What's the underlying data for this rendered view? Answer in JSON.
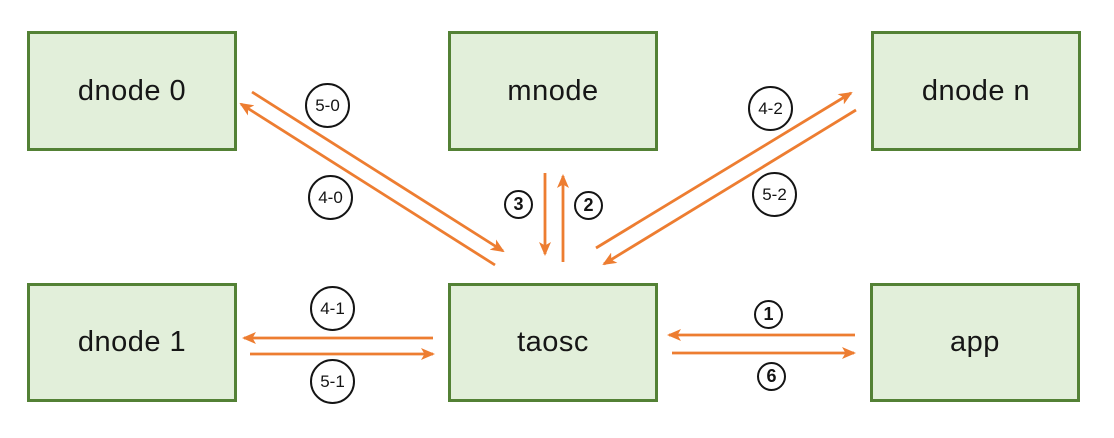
{
  "diagram": {
    "nodes": [
      {
        "id": "dnode0",
        "label": "dnode 0"
      },
      {
        "id": "mnode",
        "label": "mnode"
      },
      {
        "id": "dnoden",
        "label": "dnode n"
      },
      {
        "id": "dnode1",
        "label": "dnode 1"
      },
      {
        "id": "taosc",
        "label": "taosc"
      },
      {
        "id": "app",
        "label": "app"
      }
    ],
    "edges": [
      {
        "from": "taosc",
        "to": "dnode0",
        "label": "4-0"
      },
      {
        "from": "dnode0",
        "to": "taosc",
        "label": "5-0"
      },
      {
        "from": "taosc",
        "to": "mnode",
        "label": "2"
      },
      {
        "from": "mnode",
        "to": "taosc",
        "label": "3"
      },
      {
        "from": "taosc",
        "to": "dnoden",
        "label": "4-2"
      },
      {
        "from": "dnoden",
        "to": "taosc",
        "label": "5-2"
      },
      {
        "from": "taosc",
        "to": "dnode1",
        "label": "4-1"
      },
      {
        "from": "dnode1",
        "to": "taosc",
        "label": "5-1"
      },
      {
        "from": "app",
        "to": "taosc",
        "label": "1"
      },
      {
        "from": "taosc",
        "to": "app",
        "label": "6"
      }
    ],
    "colors": {
      "node_fill": "#E2EFDA",
      "node_border": "#538135",
      "arrow": "#ED7D31",
      "label_circle_border": "#141414",
      "background": "#FFFFFF"
    }
  }
}
